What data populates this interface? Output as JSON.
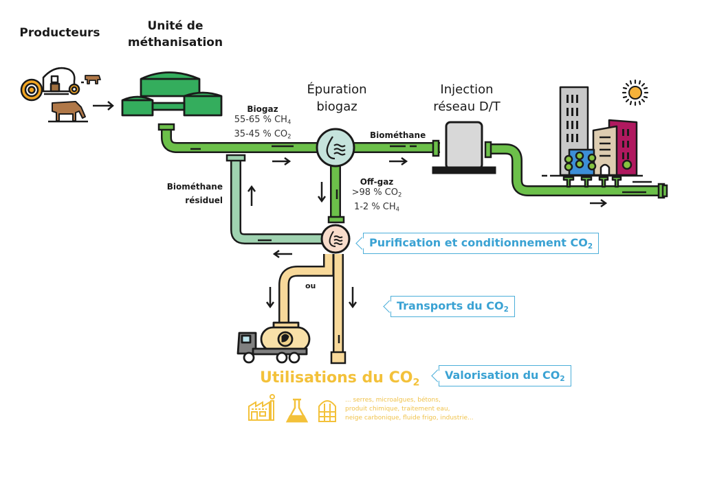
{
  "stages": {
    "producers": "Producteurs",
    "methanisation_line1": "Unité de",
    "methanisation_line2": "méthanisation",
    "epuration_line1": "Épuration",
    "epuration_line2": "biogaz",
    "injection_line1": "Injection",
    "injection_line2": "réseau D/T"
  },
  "flows": {
    "biogaz": {
      "label": "Biogaz",
      "line1_value": "55-65 % CH",
      "line1_sub": "4",
      "line2_value": "35-45 % CO",
      "line2_sub": "2"
    },
    "biomethane": {
      "label": "Biométhane"
    },
    "offgaz": {
      "label": "Off-gaz",
      "line1_value": ">98 % CO",
      "line1_sub": "2",
      "line2_value": "1-2 % CH",
      "line2_sub": "4"
    },
    "residual": {
      "line1": "Biométhane",
      "line2": "résiduel"
    },
    "or_label": "ou"
  },
  "callouts": {
    "purification": {
      "text": "Purification et conditionnement CO",
      "sub": "2"
    },
    "transport": {
      "text": "Transports du CO",
      "sub": "2"
    },
    "valorisation": {
      "text": "Valorisation du CO",
      "sub": "2"
    }
  },
  "utilisations": {
    "title": "Utilisations du CO",
    "title_sub": "2",
    "list_line1": "... serres, microalgues, bétons,",
    "list_line2": "produit chimique, traitement eau,",
    "list_line3": "neige carbonique, fluide frigo, industrie..."
  },
  "colors": {
    "pipe_green": "#6cc04a",
    "pipe_mint": "#9fd2b0",
    "pipe_cream": "#f8d99a",
    "accent_blue": "#3aa2d3",
    "accent_yellow": "#f3c13a",
    "epuration_fill": "#c5e3dc",
    "purif_fill": "#f8dccb"
  }
}
